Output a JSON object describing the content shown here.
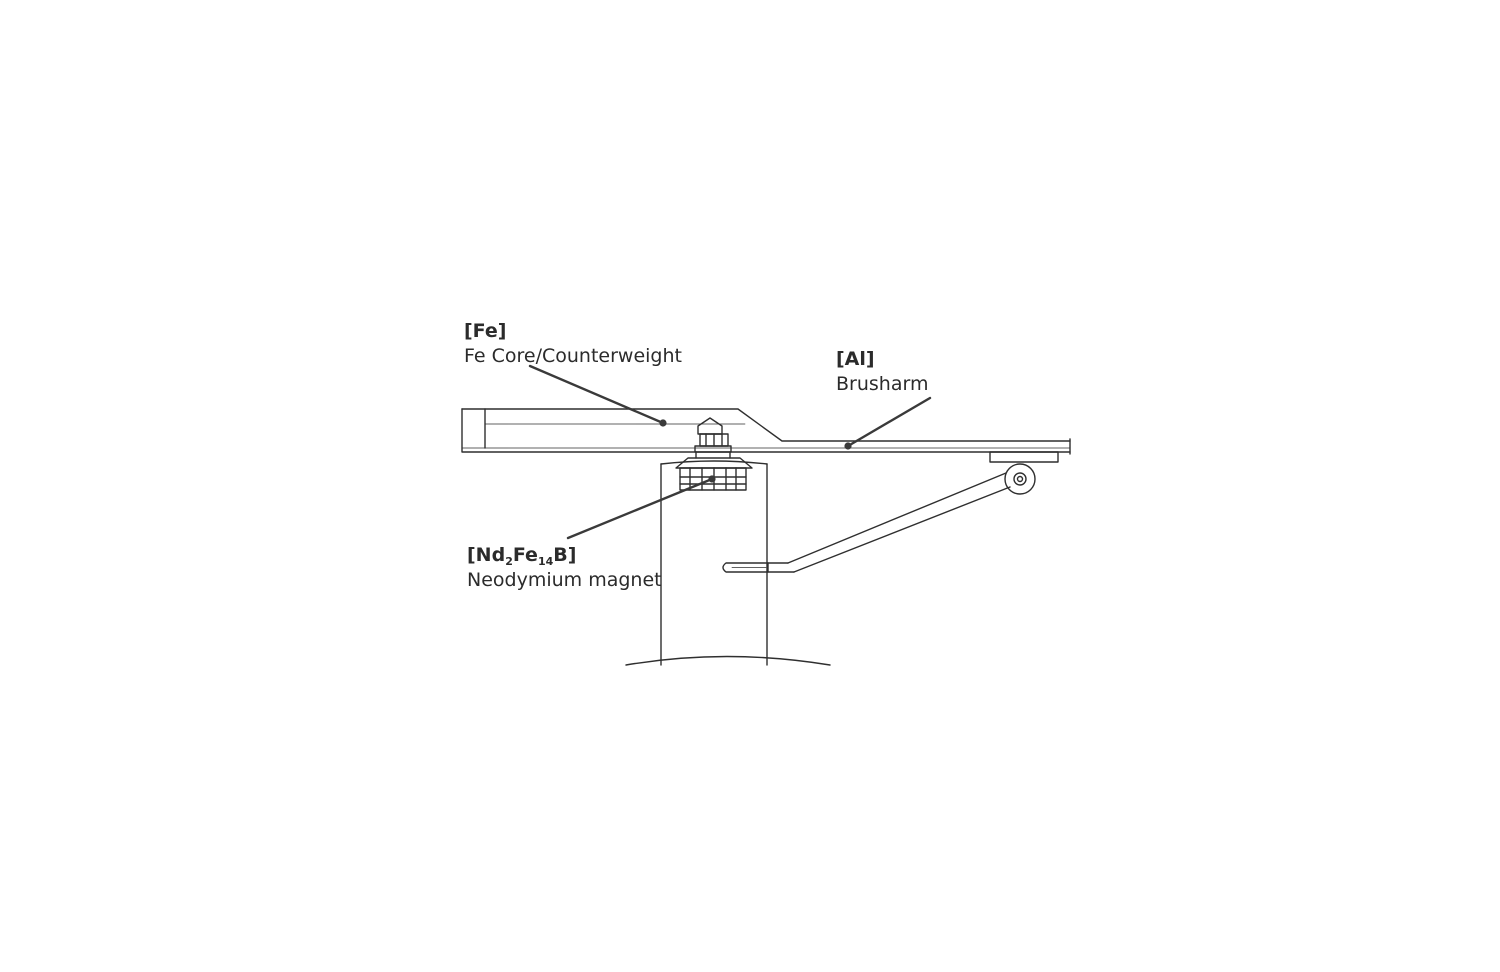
{
  "labels": {
    "fe": {
      "formula": "[Fe]",
      "description": "Fe Core/Counterweight"
    },
    "al": {
      "formula": "[Al]",
      "description": "Brusharm"
    },
    "magnet": {
      "formula_parts": [
        "[Nd",
        "2",
        "Fe",
        "14",
        "B]"
      ],
      "description": "Neodymium magnet"
    }
  },
  "colors": {
    "line": "#2f2f2f",
    "leader": "#3a3a3a",
    "text": "#2b2b2b",
    "background": "#ffffff"
  }
}
